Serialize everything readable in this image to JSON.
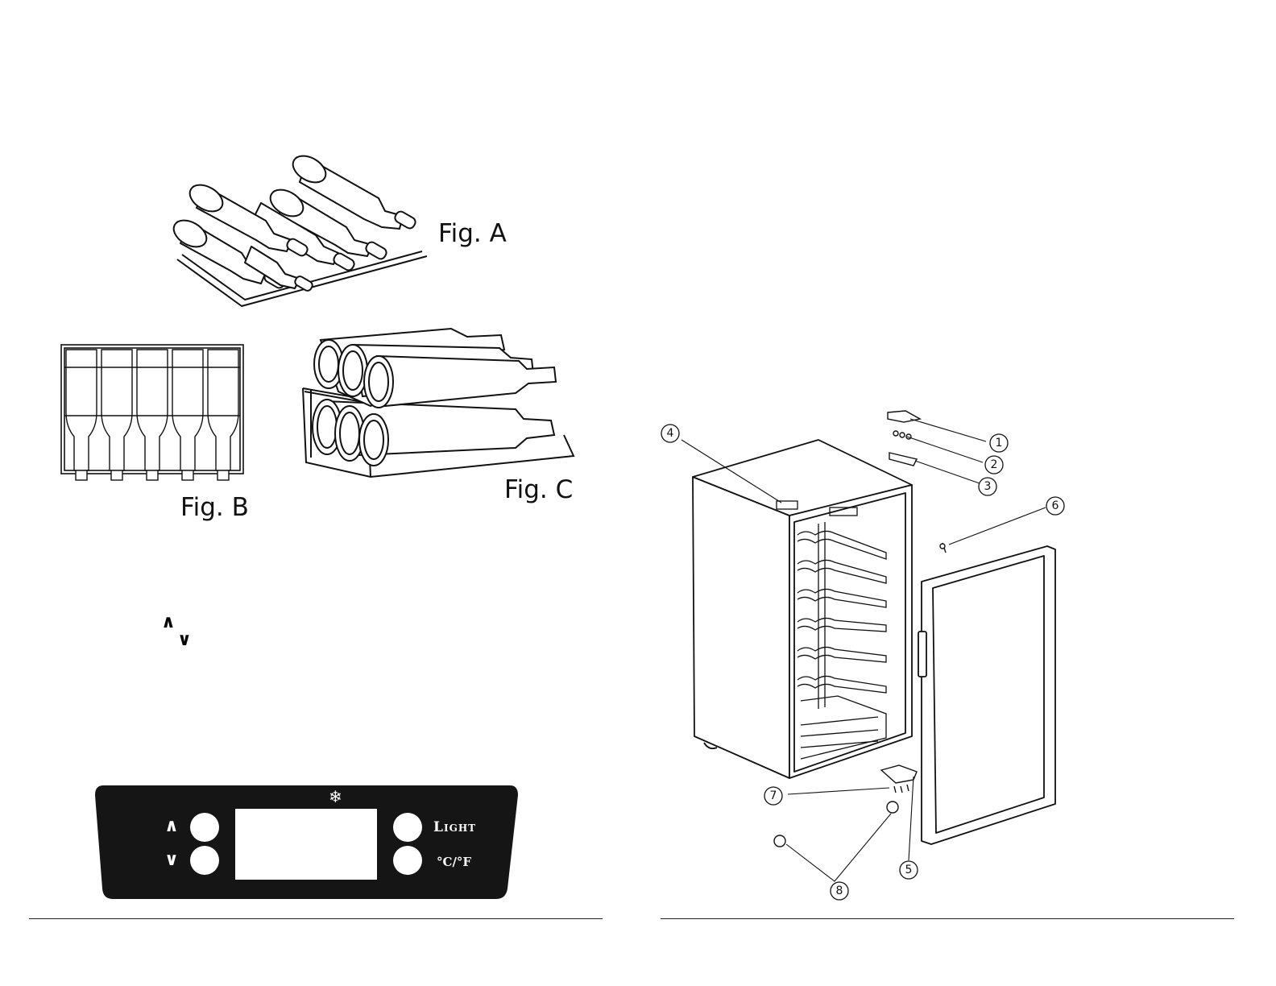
{
  "figures": {
    "fig_a": "Fig. A",
    "fig_b": "Fig. B",
    "fig_c": "Fig. C"
  },
  "control_panel": {
    "light_label": "Light",
    "unit_label": "°C/°F",
    "up_arrow": "∧",
    "down_arrow": "∨",
    "snowflake": "❄",
    "icons": [
      "up-arrow-icon",
      "down-arrow-icon",
      "snowflake-icon"
    ]
  },
  "legend_arrows": {
    "up": "∧",
    "down": "∨"
  },
  "callouts": [
    "①",
    "②",
    "③",
    "④",
    "⑤",
    "⑥",
    "⑦",
    "⑧"
  ]
}
